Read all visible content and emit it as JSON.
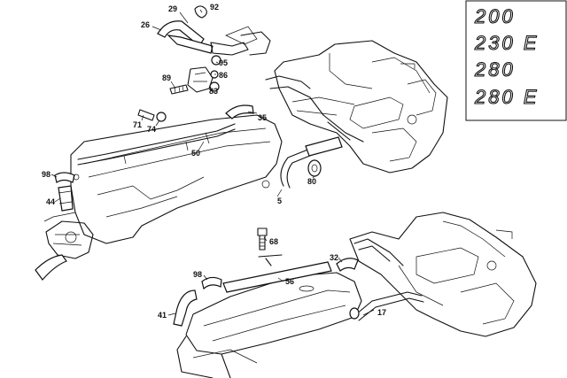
{
  "callouts": {
    "c29": "29",
    "c92": "92",
    "c26": "26",
    "c95": "95",
    "c86": "86",
    "c83": "83",
    "c89": "89",
    "c71": "71",
    "c74": "74",
    "c35": "35",
    "c50": "50",
    "c98a": "98",
    "c44": "44",
    "c80": "80",
    "c5": "5",
    "c68": "68",
    "c32": "32",
    "c98b": "98",
    "c56": "56",
    "c41": "41",
    "c17": "17"
  },
  "model_badges": [
    "200",
    "230 E",
    "280",
    "280 E"
  ]
}
